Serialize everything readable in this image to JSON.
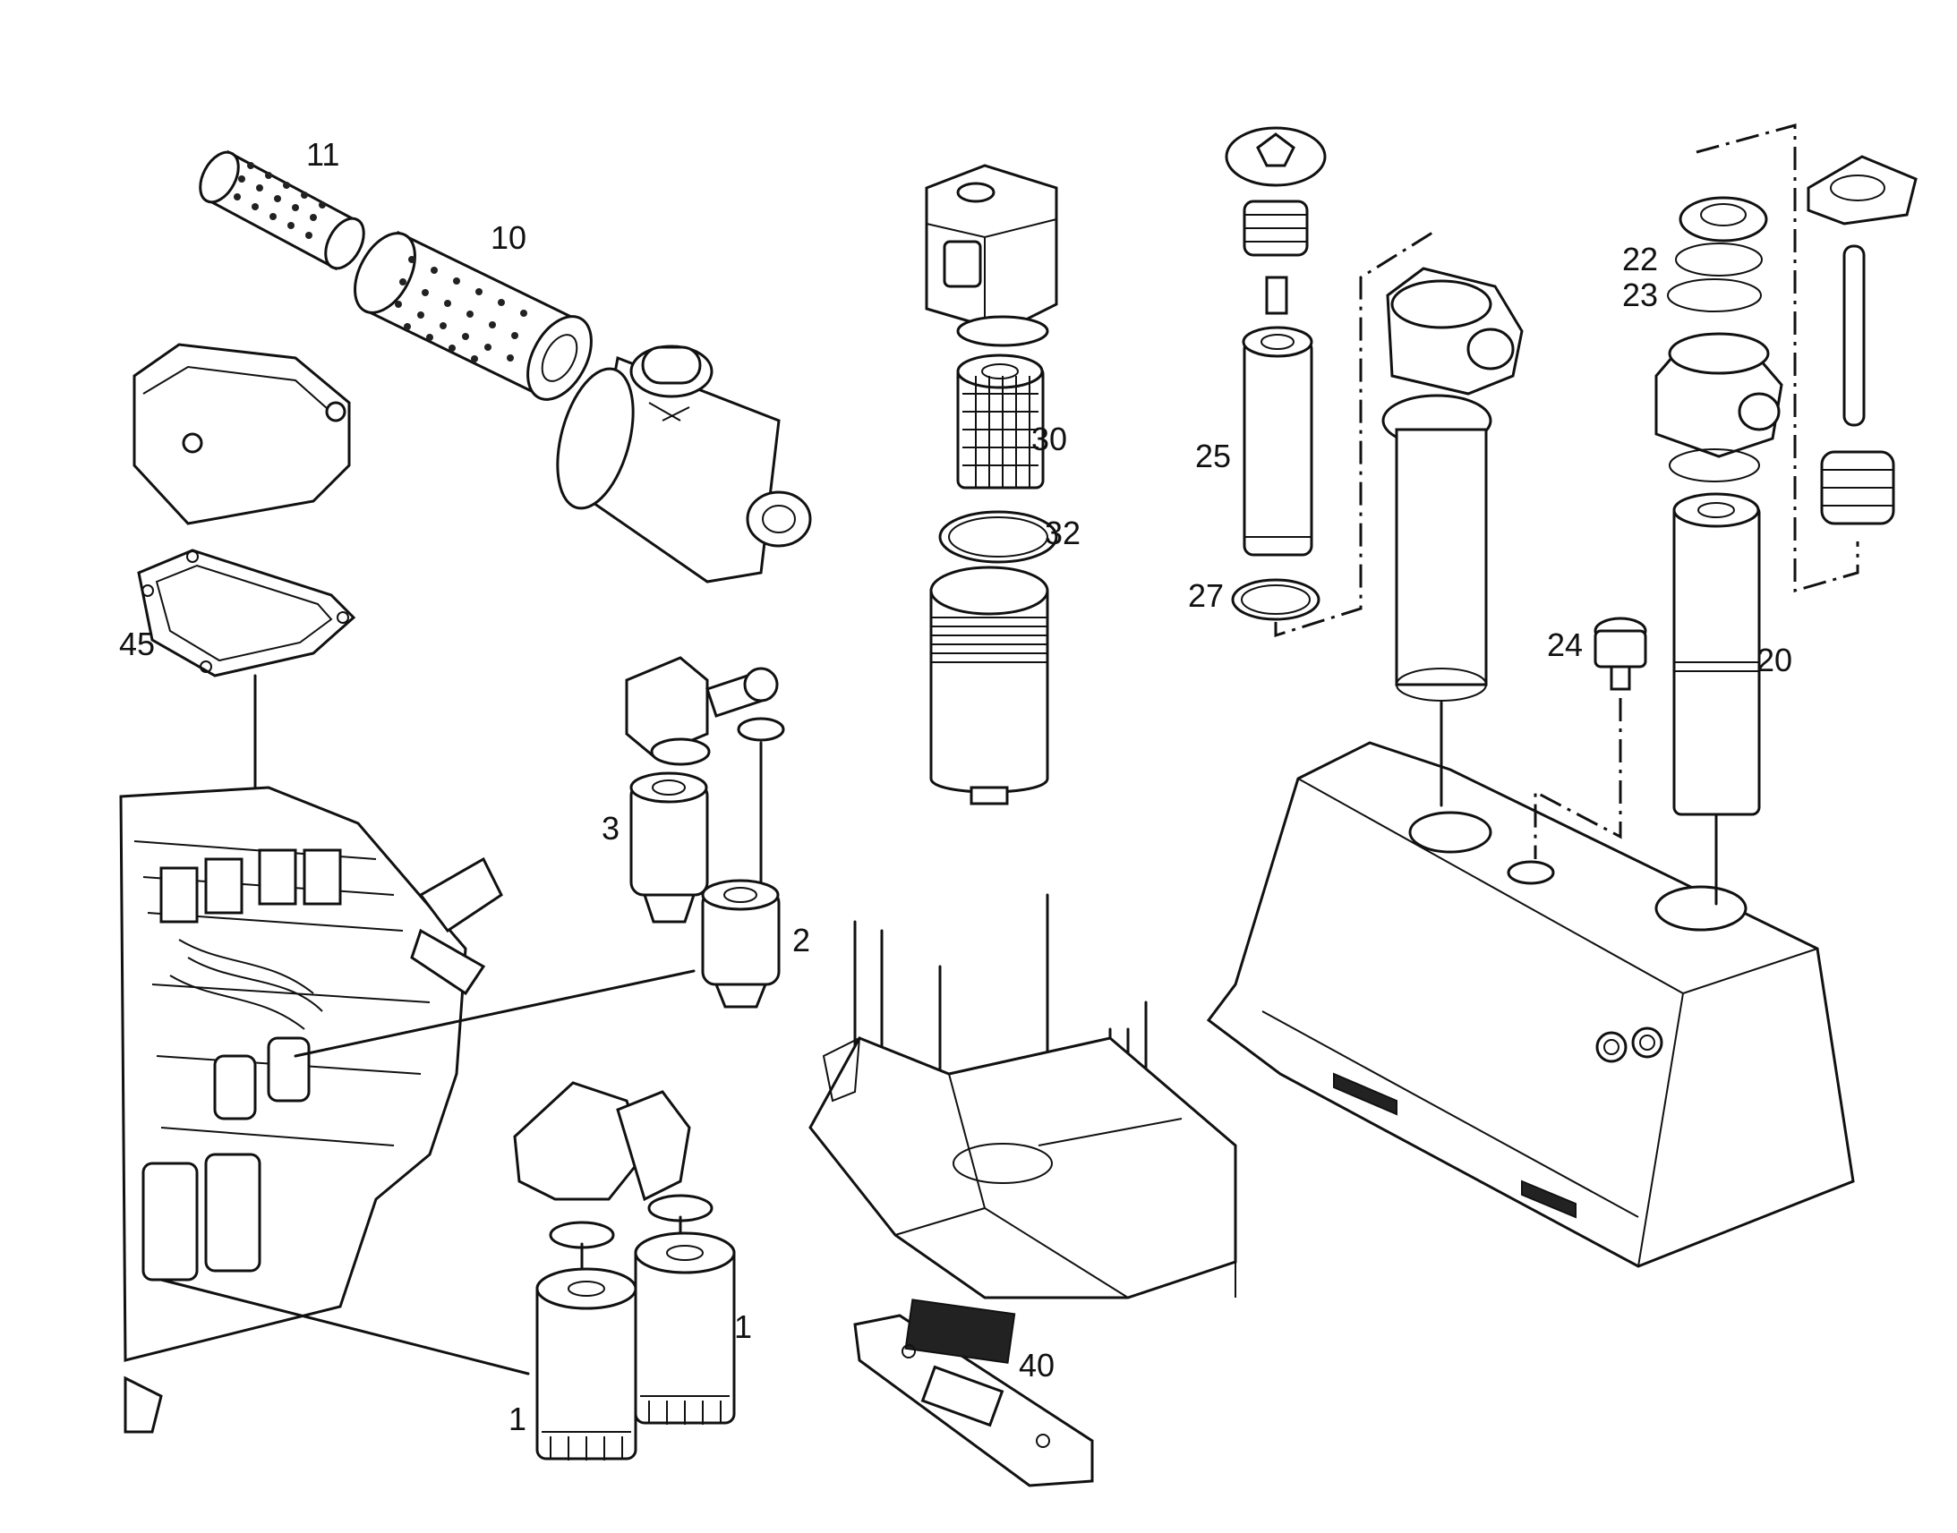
{
  "callouts": {
    "c11": "11",
    "c10": "10",
    "c45": "45",
    "c30": "30",
    "c32": "32",
    "c3": "3",
    "c2": "2",
    "c1a": "1",
    "c1b": "1",
    "c40": "40",
    "c25": "25",
    "c27": "27",
    "c22": "22",
    "c23": "23",
    "c24": "24",
    "c20": "20"
  }
}
